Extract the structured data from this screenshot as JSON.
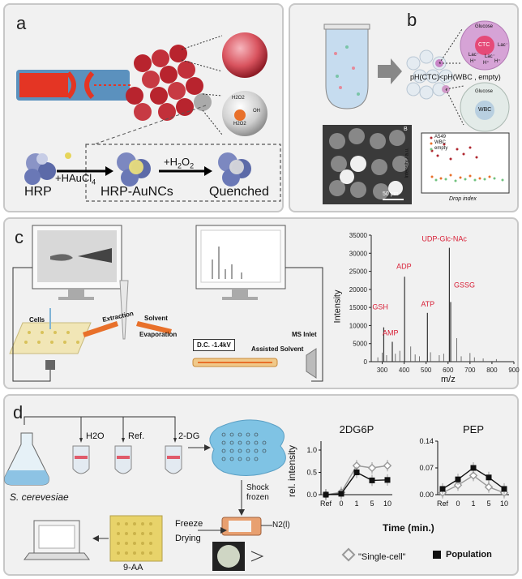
{
  "panel_a": {
    "label": "a",
    "hrp": "HRP",
    "step1": "+HAuCl",
    "step1_sub": "4",
    "nc": "HRP-AuNCs",
    "step2": "+H",
    "step2_sub1": "2",
    "step2_o": "O",
    "step2_sub2": "2",
    "quenched": "Quenched",
    "h2o2_top": "H2O2",
    "h2o2_bottom": "H2O2",
    "oh": "OH"
  },
  "panel_b": {
    "label": "b",
    "glucose_top": "Glucose",
    "ctc": "CTC",
    "lac1": "Lac⁻",
    "lac2": "Lac⁻",
    "lac3": "Lac⁻",
    "h1": "H⁺",
    "h2": "H⁺",
    "h3": "H⁺",
    "ph_text": "pH(CTC)<pH(WBC , empty)",
    "glucose_bottom": "Glucose",
    "wbc": "WBC",
    "img_tag": "B",
    "scale": "50 μm",
    "legend": [
      "A549",
      "WBC",
      "empty"
    ],
    "ylabel": "Intensity / a.u.",
    "xlabel": "Drop index"
  },
  "panel_c": {
    "label": "c",
    "cells": "Cells",
    "extraction": "Extraction",
    "solvent": "Solvent",
    "evaporation": "Evaporation",
    "dc": "D.C.  -1.4kV",
    "assisted": "Assisted Solvent",
    "ms_inlet": "MS Inlet",
    "ylabel": "Intensity",
    "xlabel": "m/z",
    "yticks": [
      "0",
      "5000",
      "10000",
      "15000",
      "20000",
      "25000",
      "30000",
      "35000"
    ],
    "xticks": [
      "300",
      "400",
      "500",
      "600",
      "700",
      "800",
      "900"
    ],
    "peaks": [
      {
        "mz": 307,
        "i": 9500,
        "label": "GSH"
      },
      {
        "mz": 346,
        "i": 5500,
        "label": "AMP"
      },
      {
        "mz": 402,
        "i": 23500,
        "label": "ADP"
      },
      {
        "mz": 506,
        "i": 13500,
        "label": "ATP"
      },
      {
        "mz": 606,
        "i": 31500,
        "label": "UDP-Glc-NAc"
      },
      {
        "mz": 612,
        "i": 16500,
        "label": "GSSG"
      }
    ]
  },
  "panel_d": {
    "label": "d",
    "organism": "S. cerevesiae",
    "h2o": "H2O",
    "ref": "Ref.",
    "dg": "2-DG",
    "shock": "Shock",
    "frozen": "frozen",
    "freeze": "Freeze",
    "n2": "N2(l)",
    "drying": "Drying",
    "matrix": "9-AA",
    "ylabel": "rel. intensity",
    "xlabel": "Time (min.)",
    "legend_single": "\"Single-cell\"",
    "legend_pop": "Population"
  },
  "chart_data": [
    {
      "type": "line",
      "title": "2DG6P",
      "categories": [
        "Ref",
        "0",
        "1",
        "5",
        "10"
      ],
      "xlabel": "Time (min.)",
      "ylabel": "rel. intensity",
      "yticks": [
        "0.0",
        "0.5",
        "1.0"
      ],
      "ylim": [
        0,
        1.2
      ],
      "series": [
        {
          "name": "\"Single-cell\"",
          "values": [
            0.0,
            0.05,
            0.65,
            0.6,
            0.65
          ]
        },
        {
          "name": "Population",
          "values": [
            0.0,
            0.02,
            0.5,
            0.32,
            0.33
          ]
        }
      ]
    },
    {
      "type": "line",
      "title": "PEP",
      "categories": [
        "Ref",
        "0",
        "1",
        "5",
        "10"
      ],
      "xlabel": "Time (min.)",
      "ylabel": "",
      "yticks": [
        "0.00",
        "0.07",
        "0.14"
      ],
      "ylim": [
        0,
        0.14
      ],
      "series": [
        {
          "name": "\"Single-cell\"",
          "values": [
            0.005,
            0.025,
            0.05,
            0.02,
            0.005
          ]
        },
        {
          "name": "Population",
          "values": [
            0.015,
            0.04,
            0.07,
            0.045,
            0.015
          ]
        }
      ]
    }
  ],
  "colors": {
    "panel_bg": "#f1f1f1",
    "panel_border": "#c8c8c8",
    "red_label": "#d81f36",
    "orange_arrow": "#e8702a",
    "cluster_red": "#b8242e",
    "blue_splash": "#7fc3e4"
  }
}
